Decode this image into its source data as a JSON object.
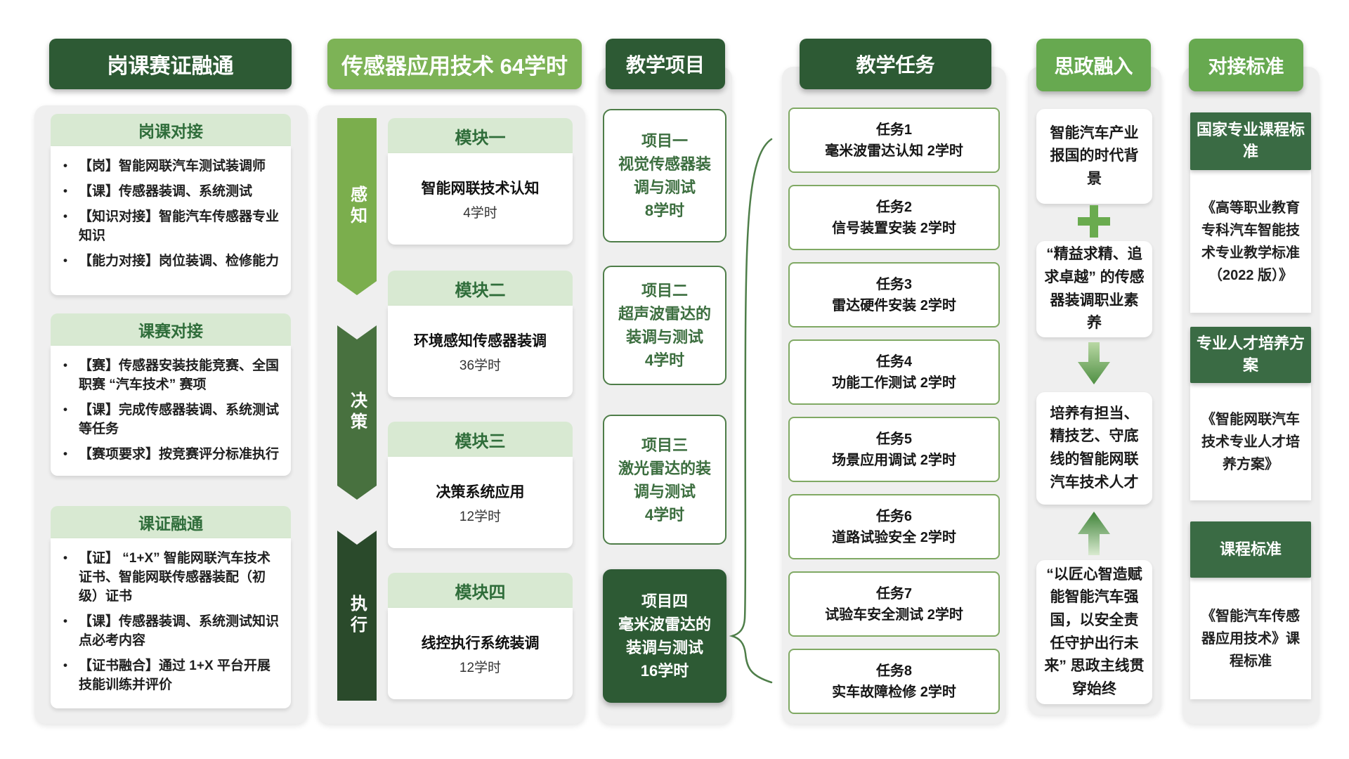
{
  "colors": {
    "dark_green": "#2d5a34",
    "medium_green": "#7db356",
    "header_green": "#67a950",
    "light_green": "#d8e9d2",
    "ribbon_perception": "#7bae4d",
    "ribbon_decision": "#48713f",
    "ribbon_execution": "#2a4a2b",
    "card_gray": "#efefef",
    "standard_title_green": "#3a6b44",
    "brace_green": "#4e7e49"
  },
  "col1": {
    "title": "岗课赛证融通",
    "sections": [
      {
        "title": "岗课对接",
        "items": [
          "【岗】智能网联汽车测试装调师",
          "【课】传感器装调、系统测试",
          "【知识对接】智能汽车传感器专业知识",
          "【能力对接】岗位装调、检修能力"
        ]
      },
      {
        "title": "课赛对接",
        "items": [
          "【赛】传感器安装技能竞赛、全国职赛 “汽车技术” 赛项",
          "【课】完成传感器装调、系统测试等任务",
          "【赛项要求】按竞赛评分标准执行"
        ]
      },
      {
        "title": "课证融通",
        "items": [
          "【证】 “1+X” 智能网联汽车技术证书、智能网联传感器装配（初级）证书",
          "【课】传感器装调、系统测试知识点必考内容",
          "【证书融合】通过 1+X 平台开展技能训练并评价"
        ]
      }
    ]
  },
  "col2": {
    "title": "传感器应用技术 64学时",
    "ribbons": [
      "感知",
      "决策",
      "执行"
    ],
    "modules": [
      {
        "title": "模块一",
        "name": "智能网联技术认知",
        "hours": "4学时"
      },
      {
        "title": "模块二",
        "name": "环境感知传感器装调",
        "hours": "36学时"
      },
      {
        "title": "模块三",
        "name": "决策系统应用",
        "hours": "12学时"
      },
      {
        "title": "模块四",
        "name": "线控执行系统装调",
        "hours": "12学时"
      }
    ]
  },
  "col3": {
    "title": "教学项目",
    "projects": [
      {
        "title": "项目一",
        "name": "视觉传感器装调与测试",
        "hours": "8学时"
      },
      {
        "title": "项目二",
        "name": "超声波雷达的装调与测试",
        "hours": "4学时"
      },
      {
        "title": "项目三",
        "name": "激光雷达的装调与测试",
        "hours": "4学时"
      },
      {
        "title": "项目四",
        "name": "毫米波雷达的装调与测试",
        "hours": "16学时"
      }
    ]
  },
  "col4": {
    "title": "教学任务",
    "tasks": [
      {
        "no": "任务1",
        "desc": "毫米波雷达认知 2学时"
      },
      {
        "no": "任务2",
        "desc": "信号装置安装 2学时"
      },
      {
        "no": "任务3",
        "desc": "雷达硬件安装 2学时"
      },
      {
        "no": "任务4",
        "desc": "功能工作测试 2学时"
      },
      {
        "no": "任务5",
        "desc": "场景应用调试 2学时"
      },
      {
        "no": "任务6",
        "desc": "道路试验安全 2学时"
      },
      {
        "no": "任务7",
        "desc": "试验车安全测试 2学时"
      },
      {
        "no": "任务8",
        "desc": "实车故障检修 2学时"
      }
    ]
  },
  "col5": {
    "title": "思政融入",
    "boxes": [
      "智能汽车产业报国的时代背景",
      "“精益求精、追求卓越” 的传感器装调职业素养",
      "培养有担当、精技艺、守底线的智能网联汽车技术人才",
      "“以匠心智造赋能智能汽车强国，以安全责任守护出行未来” 思政主线贯穿始终"
    ]
  },
  "col6": {
    "title": "对接标准",
    "groups": [
      {
        "title": "国家专业课程标准",
        "body": "《高等职业教育专科汽车智能技术专业教学标准（2022 版）》"
      },
      {
        "title": "专业人才培养方案",
        "body": "《智能网联汽车技术专业人才培养方案》"
      },
      {
        "title": "课程标准",
        "body": "《智能汽车传感器应用技术》课程标准"
      }
    ]
  }
}
